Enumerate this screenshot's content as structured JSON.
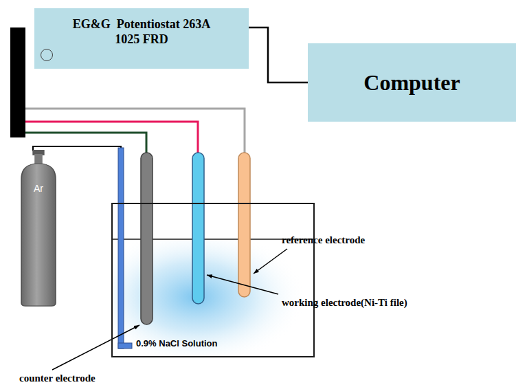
{
  "diagram": {
    "nodes": [
      {
        "text": [
          "EG&G  Potentiostat 263A",
          "1025 FRD"
        ]
      },
      {
        "text": [
          "Computer"
        ]
      },
      {
        "text": [
          "Ar"
        ]
      },
      {
        "text": [
          "0.9% NaCl Solution"
        ]
      }
    ],
    "edges": [
      {
        "from": 0,
        "to": 1,
        "arrow": "none"
      }
    ],
    "labels": [
      "reference electrode",
      "working electrode(Ni-Ti file)",
      "counter electrode"
    ]
  }
}
